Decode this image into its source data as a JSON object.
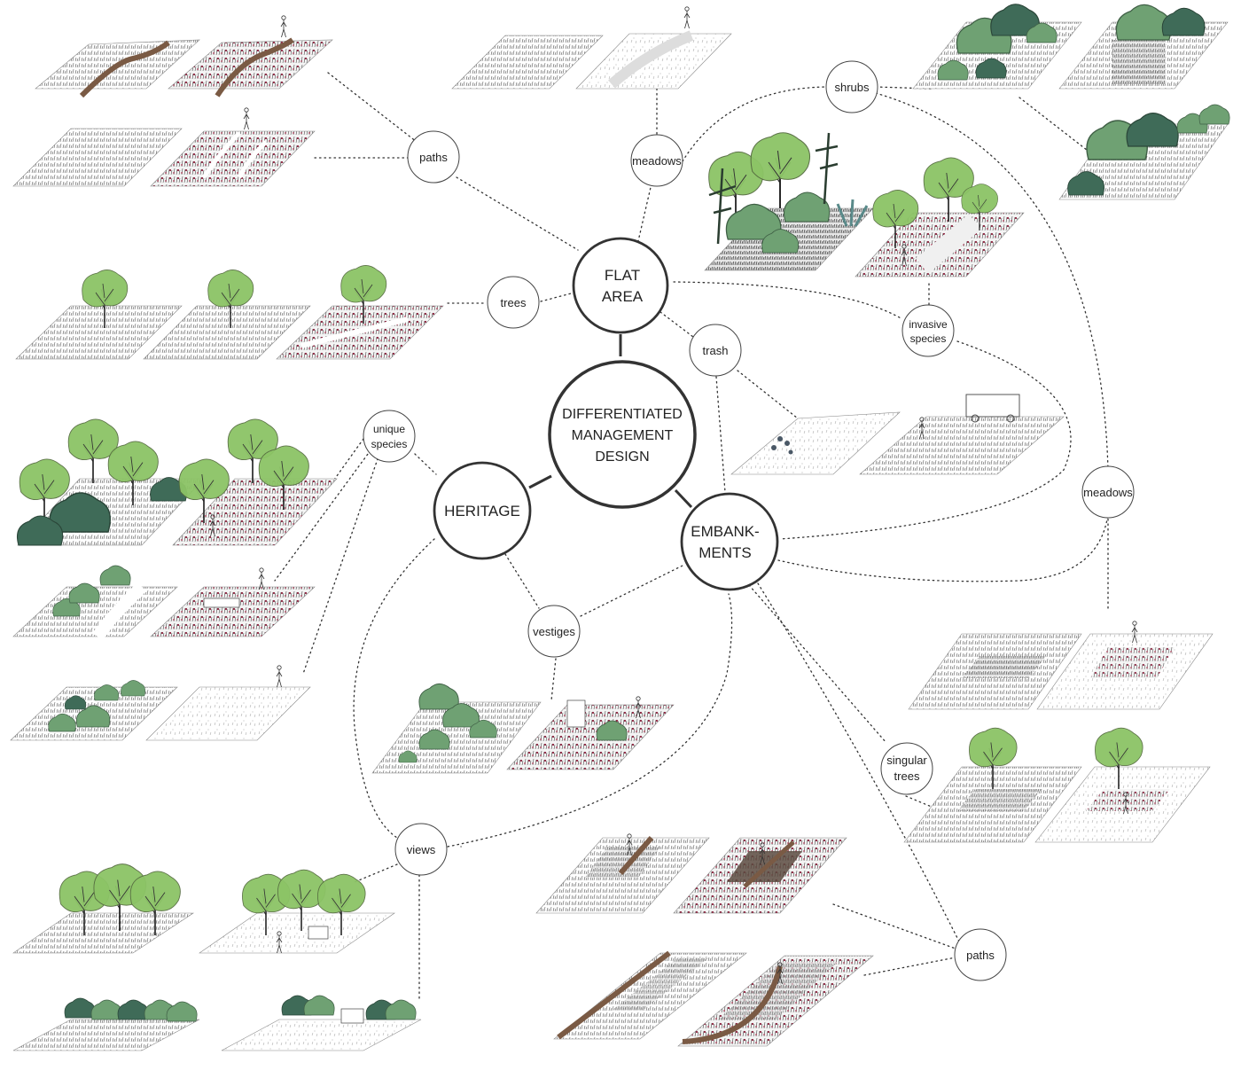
{
  "center": {
    "line1": "DIFFERENTIATED",
    "line2": "MANAGEMENT",
    "line3": "DESIGN"
  },
  "main_nodes": {
    "flat_area": {
      "line1": "FLAT",
      "line2": "AREA"
    },
    "heritage": {
      "label": "HERITAGE"
    },
    "embankments": {
      "line1": "EMBANK-",
      "line2": "MENTS"
    }
  },
  "topics": {
    "paths_top": "paths",
    "meadows_top": "meadows",
    "shrubs": "shrubs",
    "trees": "trees",
    "trash": "trash",
    "invasive": {
      "line1": "invasive",
      "line2": "species"
    },
    "unique": {
      "line1": "unique",
      "line2": "species"
    },
    "meadows_right": "meadows",
    "vestiges": "vestiges",
    "singular": {
      "line1": "singular",
      "line2": "trees"
    },
    "views": "views",
    "paths_bottom": "paths"
  },
  "colors": {
    "light_green": "#8cc466",
    "mid_green": "#6fa173",
    "dark_green": "#3f6b58",
    "sage": "#8fb596",
    "path_brown": "#7a5a44",
    "flower_red": "#8b1e3a",
    "line": "#333333"
  }
}
